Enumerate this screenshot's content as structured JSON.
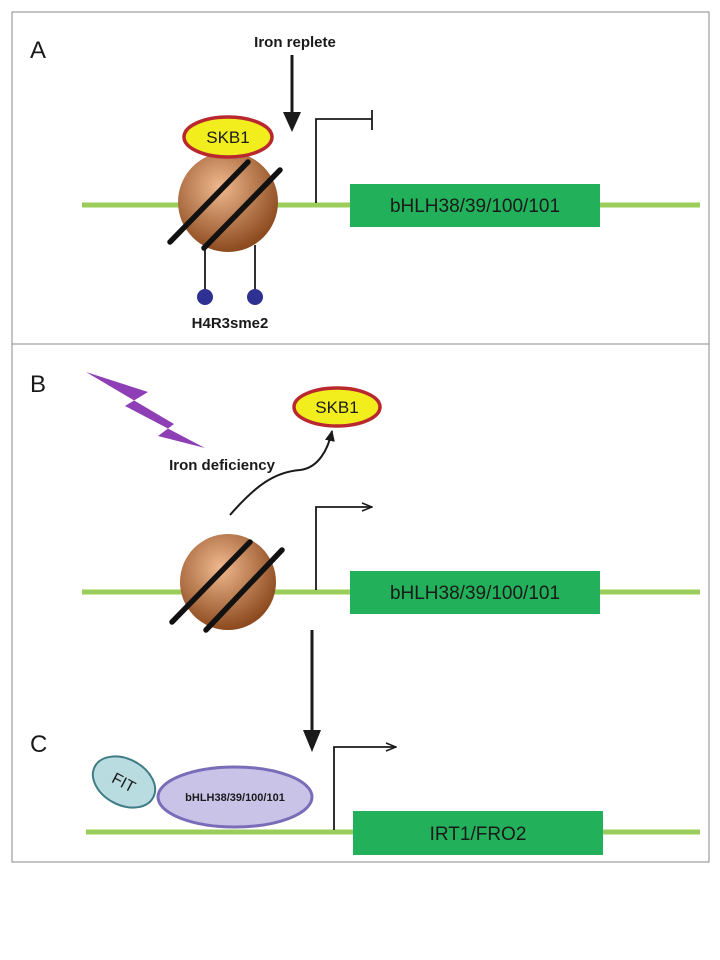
{
  "colors": {
    "dna": "#9ACD5A",
    "gene_box": "#22B15A",
    "skb1_fill": "#F2EE1E",
    "skb1_stroke": "#B8282E",
    "nucleosome_light": "#F0B88E",
    "nucleosome_dark": "#8C4A1E",
    "methyl_dot": "#2E3192",
    "lightning": "#8E3FB6",
    "fit_fill": "#B8DCE0",
    "fit_stroke": "#3F7C86",
    "bhlh_fill": "#C9C3E8",
    "bhlh_stroke": "#7A6CB8",
    "frame": "#8a8a8a"
  },
  "panel_a": {
    "letter": "A",
    "signal": "Iron replete",
    "protein": "SKB1",
    "gene": "bHLH38/39/100/101",
    "mark": "H4R3sme2",
    "icons": [
      "nucleosome-icon",
      "down-arrow-icon",
      "blocked-promoter-icon",
      "methyl-dot-icon"
    ]
  },
  "panel_b": {
    "letter": "B",
    "signal": "Iron deficiency",
    "protein": "SKB1",
    "gene": "bHLH38/39/100/101",
    "icons": [
      "lightning-icon",
      "nucleosome-icon",
      "curved-arrow-icon",
      "active-promoter-icon"
    ]
  },
  "panel_c": {
    "letter": "C",
    "partner": "FIT",
    "factor": "bHLH38/39/100/101",
    "gene": "IRT1/FRO2",
    "icons": [
      "active-promoter-icon"
    ]
  }
}
